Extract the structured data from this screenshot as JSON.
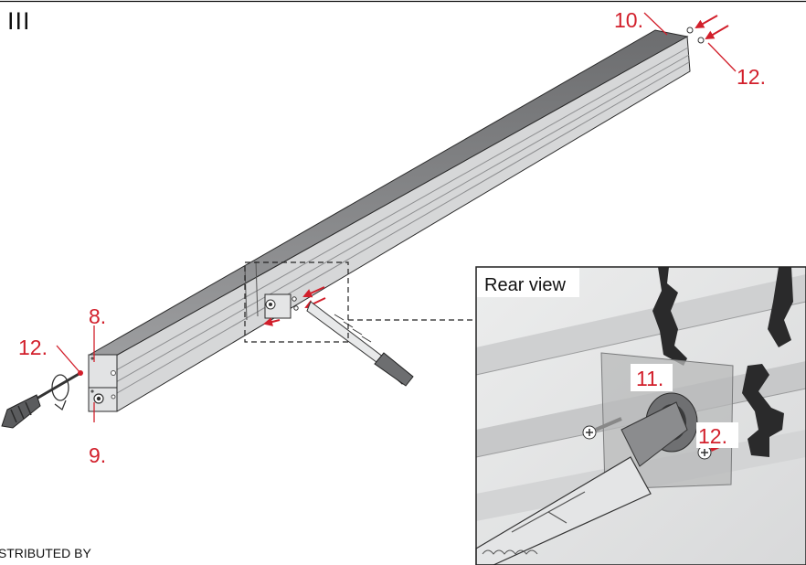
{
  "step": {
    "label": "III"
  },
  "labels": {
    "callout_10": "10.",
    "callout_12_top": "12.",
    "callout_8": "8.",
    "callout_12_left": "12.",
    "callout_9": "9.",
    "callout_11": "11.",
    "callout_12_inset": "12."
  },
  "inset": {
    "title": "Rear view"
  },
  "footer": {
    "text": "ISTRIBUTED BY"
  },
  "colors": {
    "accent": "#d21f2b",
    "profile": "#c9cacc",
    "cover": "#8a8b8d",
    "outline": "#2b2b2b"
  }
}
